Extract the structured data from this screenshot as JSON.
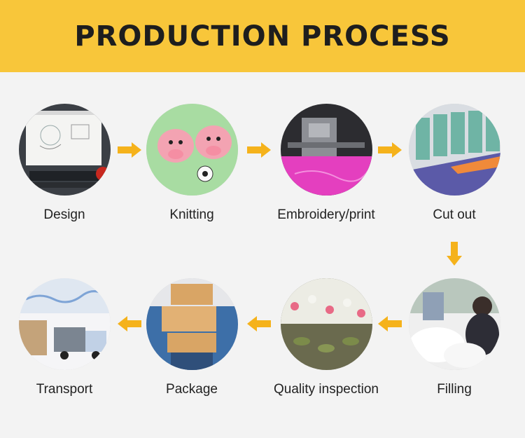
{
  "title": "PRODUCTION PROCESS",
  "colors": {
    "banner": "#f8c63a",
    "arrow": "#f5b21b",
    "background": "#f3f3f3"
  },
  "steps": [
    {
      "label": "Design",
      "image": "designer-computer-sketch"
    },
    {
      "label": "Knitting",
      "image": "pink-pig-toys"
    },
    {
      "label": "Embroidery/print",
      "image": "embroidery-machine-pink-fabric"
    },
    {
      "label": "Cut out",
      "image": "embroidery-machines-row"
    },
    {
      "label": "Filling",
      "image": "worker-filling-stuffing"
    },
    {
      "label": "Quality inspection",
      "image": "toy-parts-pile"
    },
    {
      "label": "Package",
      "image": "person-holding-boxes"
    },
    {
      "label": "Transport",
      "image": "truck-world-map"
    }
  ]
}
